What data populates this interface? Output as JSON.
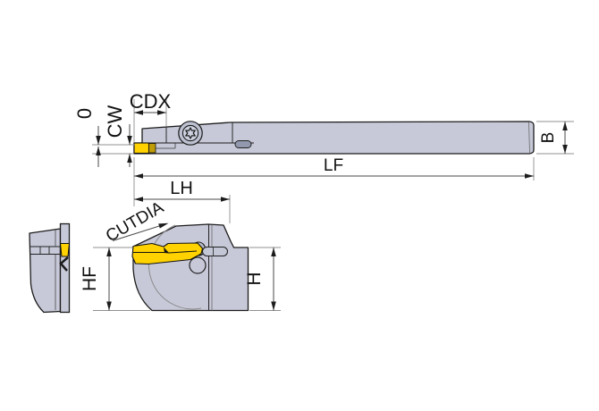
{
  "diagram": {
    "title": "grooving-tool-holder-dimension-drawing",
    "labels": {
      "cdx": "CDX",
      "cw": "CW",
      "zero": "0",
      "lf": "LF",
      "b": "B",
      "lh": "LH",
      "cutdia": "CUTDIA",
      "hf": "HF",
      "h": "H"
    },
    "colors": {
      "background": "#ffffff",
      "body_fill": "#c7c9d8",
      "screw_fill": "#bcc0d0",
      "insert_yellow": "#ffd200",
      "insert_dark_yellow": "#c09c08",
      "outline": "#1c1c1c",
      "dimension_line": "#4a4a4a",
      "extension_line": "#909090"
    }
  }
}
